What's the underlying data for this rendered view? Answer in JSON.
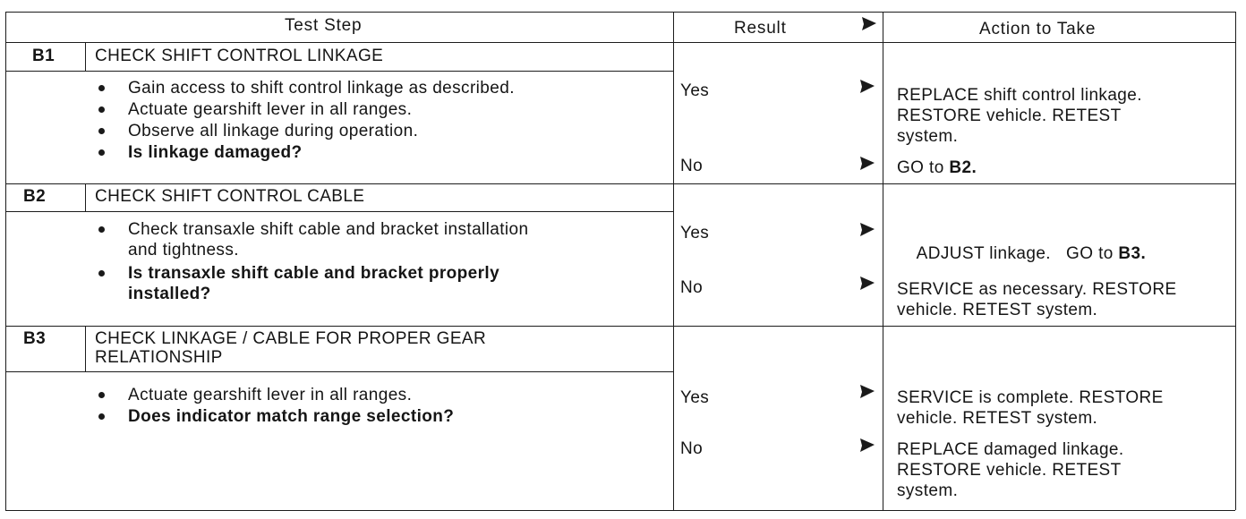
{
  "headers": {
    "test_step": "Test Step",
    "result": "Result",
    "action": "Action to Take"
  },
  "steps": [
    {
      "id": "B1",
      "title": "CHECK SHIFT CONTROL LINKAGE",
      "bullets": [
        "Gain access to shift control linkage as described.",
        "Actuate gearshift lever in all ranges.",
        "Observe all linkage during operation.",
        "Is linkage damaged?"
      ],
      "results": [
        {
          "result": "Yes",
          "action_lines": [
            "REPLACE shift control linkage.",
            "RESTORE vehicle. RETEST",
            "system."
          ]
        },
        {
          "result": "No",
          "action_prefix": "GO to ",
          "action_ref": "B2."
        }
      ]
    },
    {
      "id": "B2",
      "title": "CHECK SHIFT CONTROL CABLE",
      "bullets": [
        "Check transaxle shift cable and bracket installation",
        "and tightness.",
        "Is transaxle shift cable and bracket properly",
        "installed?"
      ],
      "results": [
        {
          "result": "Yes",
          "action_prefix": "ADJUST linkage.   GO to ",
          "action_ref": "B3."
        },
        {
          "result": "No",
          "action_lines": [
            "SERVICE as necessary. RESTORE",
            "vehicle. RETEST system."
          ]
        }
      ]
    },
    {
      "id": "B3",
      "title_lines": [
        "CHECK LINKAGE / CABLE FOR PROPER GEAR",
        "RELATIONSHIP"
      ],
      "bullets": [
        "Actuate gearshift lever in all ranges.",
        "Does indicator match range selection?"
      ],
      "results": [
        {
          "result": "Yes",
          "action_lines": [
            "SERVICE is complete. RESTORE",
            "vehicle. RETEST system."
          ]
        },
        {
          "result": "No",
          "action_lines": [
            "REPLACE damaged linkage.",
            "RESTORE vehicle. RETEST",
            "system."
          ]
        }
      ]
    }
  ],
  "icons": {
    "arrow": "right-arrow-icon"
  }
}
